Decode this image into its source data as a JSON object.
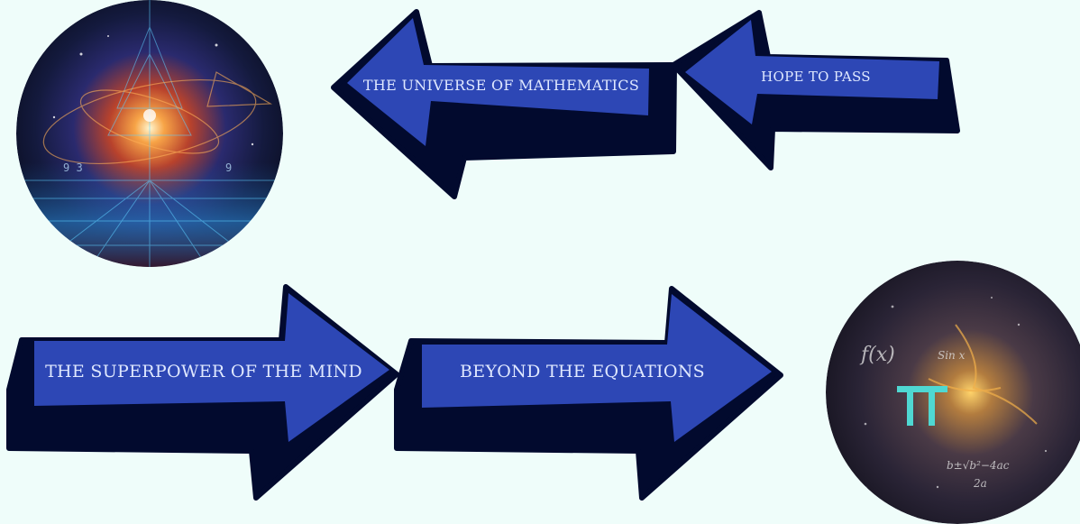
{
  "arrows": [
    {
      "label": "THE UNIVERSE OF MATHEMATICS",
      "direction": "left"
    },
    {
      "label": "HOPE TO PASS",
      "direction": "left"
    },
    {
      "label": "THE SUPERPOWER OF THE MIND",
      "direction": "right"
    },
    {
      "label": "BEYOND THE EQUATIONS",
      "direction": "right"
    }
  ],
  "images": [
    {
      "subject": "cosmic-math-grid-image"
    },
    {
      "subject": "pi-equations-galaxy-image"
    }
  ],
  "colors": {
    "background": "#effdfa",
    "arrow_face": "#2d47b5",
    "arrow_shadow": "#020a2e",
    "arrow_text": "#dfe8ff"
  }
}
